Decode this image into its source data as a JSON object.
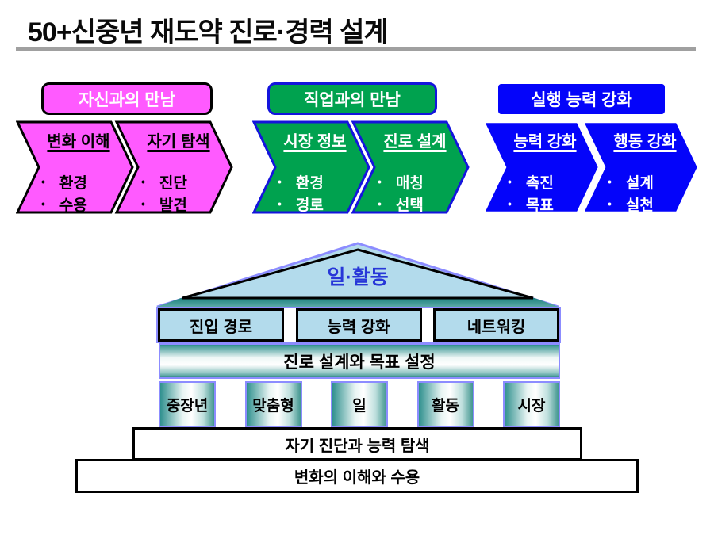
{
  "title": "50+신중년 재도약 진로·경력 설계",
  "misc": {
    "bullet": "•"
  },
  "colors": {
    "pink": "#ff5aff",
    "pink-border": "#000000",
    "green": "#00a24f",
    "green-border": "#1414dd",
    "blue": "#0404fa",
    "periwinkle": "#8c8cff",
    "lightblue": "#b3dbec",
    "teal": "#2e8f8d",
    "roof-label": "#2737d8",
    "title-rule": "#a0a0a0"
  },
  "phases": [
    {
      "header": "자신과의 만남",
      "steps": [
        {
          "heading": "변화 이해",
          "bullets": [
            "환경",
            "수용"
          ]
        },
        {
          "heading": "자기 탐색",
          "bullets": [
            "진단",
            "발견"
          ]
        }
      ]
    },
    {
      "header": "직업과의 만남",
      "steps": [
        {
          "heading": "시장 정보",
          "bullets": [
            "환경",
            "경로"
          ]
        },
        {
          "heading": "진로 설계",
          "bullets": [
            "매칭",
            "선택"
          ]
        }
      ]
    },
    {
      "header": "실행 능력 강화",
      "steps": [
        {
          "heading": "능력 강화",
          "bullets": [
            "촉진",
            "목표"
          ]
        },
        {
          "heading": "행동 강화",
          "bullets": [
            "설계",
            "실천"
          ]
        }
      ]
    }
  ],
  "temple": {
    "roof_label": "일·활동",
    "frieze_boxes": [
      "진입 경로",
      "능력 강화",
      "네트워킹"
    ],
    "band_label": "진로 설계와 목표 설정",
    "pillars": [
      "중장년",
      "맞춤형",
      "일",
      "활동",
      "시장"
    ],
    "base_rows": [
      "자기 진단과 능력 탐색",
      "변화의 이해와 수용"
    ]
  }
}
